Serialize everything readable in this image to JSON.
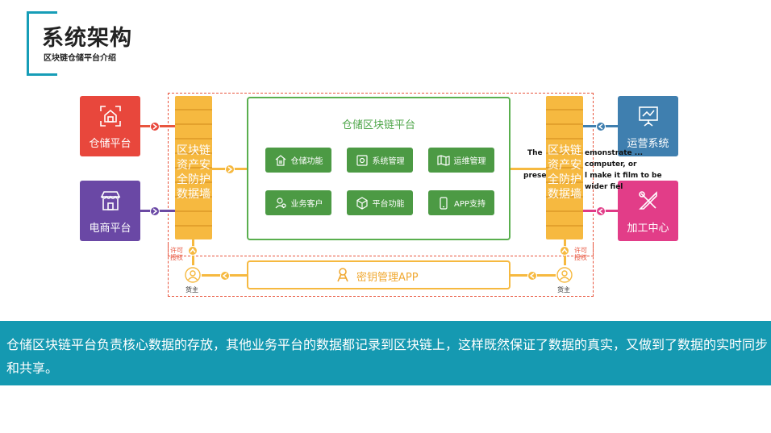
{
  "header": {
    "title": "系统架构",
    "subtitle": "区块链仓储平台介绍"
  },
  "sources_left": [
    {
      "label": "仓储平台",
      "color": "#e8473c",
      "icon": "warehouse-icon"
    },
    {
      "label": "电商平台",
      "color": "#6a48a5",
      "icon": "shop-icon"
    }
  ],
  "sources_right": [
    {
      "label": "运营系统",
      "color": "#3f7faf",
      "icon": "presentation-icon"
    },
    {
      "label": "加工中心",
      "color": "#e23d88",
      "icon": "tools-icon"
    }
  ],
  "firewall": {
    "left_label": [
      "区块链",
      "资产安",
      "全防护",
      "数据墙"
    ],
    "right_label": [
      "区块链",
      "资产安",
      "全防护",
      "数据墙"
    ]
  },
  "platform": {
    "title": "仓储区块链平台",
    "functions": [
      {
        "label": "仓储功能",
        "icon": "house-icon"
      },
      {
        "label": "系统管理",
        "icon": "gear-box-icon"
      },
      {
        "label": "运维管理",
        "icon": "map-icon"
      },
      {
        "label": "业务客户",
        "icon": "user-icon"
      },
      {
        "label": "平台功能",
        "icon": "cube-icon"
      },
      {
        "label": "APP支持",
        "icon": "phone-icon"
      }
    ]
  },
  "key_management": {
    "label": "密钥管理APP",
    "icon": "key-icon"
  },
  "permission": {
    "left": [
      "许可",
      "授权"
    ],
    "right": [
      "许可",
      "授权"
    ]
  },
  "owner": {
    "left": "货主",
    "right": "货主"
  },
  "overlay_text": [
    "The",
    "emonstrate ...",
    "computer, or",
    "prese",
    "l make it film to be",
    "wider fiel"
  ],
  "banner": {
    "text": "仓储区块链平台负责核心数据的存放，其他业务平台的数据都记录到区块链上，这样既然保证了数据的真实，又做到了数据的实时同步和共享。"
  },
  "colors": {
    "accent": "#1599b1",
    "green": "#4c9a44",
    "yellow": "#f6b940",
    "red": "#e8473c"
  }
}
